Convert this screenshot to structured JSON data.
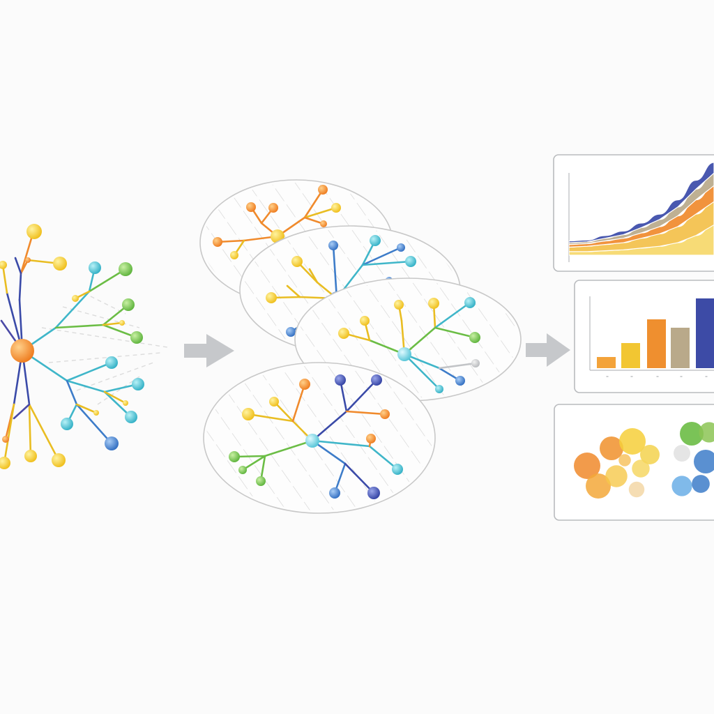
{
  "palette": {
    "orange": "#f08a2c",
    "orange_light": "#f5a640",
    "yellow": "#f2c21f",
    "yellow_light": "#f6d54a",
    "green": "#6bbd45",
    "teal": "#3fb6c9",
    "cyan": "#5bc8d8",
    "blue": "#3d7cc9",
    "navy": "#3a4aa8",
    "purple": "#4b4aa6",
    "taupe": "#b9a98a",
    "gray": "#c2c4c7",
    "frame": "#b9bbbe",
    "hatch": "#d6d6d6"
  },
  "icons": {
    "source_network": "radial-network-icon",
    "flow_arrow_1": "right-arrow-icon",
    "clusters": "clustered-subnetworks-icon",
    "flow_arrow_2": "right-arrow-icon",
    "area_panel": "stacked-area-chart-icon",
    "bar_panel": "bar-chart-icon",
    "bubble_panel": "bubble-cluster-icon"
  },
  "chart_data": [
    {
      "type": "area",
      "x": [
        0,
        1,
        2,
        3,
        4,
        5,
        6,
        7,
        8
      ],
      "series": [
        {
          "values": [
            4,
            4,
            5,
            6,
            8,
            10,
            14,
            22,
            34
          ]
        },
        {
          "values": [
            5,
            6,
            7,
            8,
            11,
            14,
            18,
            24,
            26
          ]
        },
        {
          "values": [
            3,
            3,
            4,
            5,
            6,
            8,
            12,
            16,
            18
          ]
        },
        {
          "values": [
            2,
            2,
            3,
            4,
            6,
            8,
            10,
            12,
            14
          ]
        },
        {
          "values": [
            2,
            2,
            3,
            4,
            5,
            6,
            8,
            10,
            12
          ]
        }
      ],
      "colors": [
        "#f6d86a",
        "#f3c04a",
        "#f08a2c",
        "#b9a98a",
        "#3a4aa8"
      ],
      "ylim": [
        0,
        100
      ],
      "grid": false
    },
    {
      "type": "bar",
      "categories": [
        "",
        "",
        "",
        "",
        ""
      ],
      "values": [
        16,
        36,
        70,
        58,
        100
      ],
      "colors": [
        "#f3a33a",
        "#f2c632",
        "#ef8f2f",
        "#b9a98a",
        "#3d4ba6"
      ],
      "ylim": [
        0,
        100
      ],
      "grid": false
    },
    {
      "type": "scatter",
      "groups": [
        {
          "color": "warm",
          "values": [
            8,
            8,
            8,
            7,
            8,
            7,
            6,
            6,
            5
          ]
        },
        {
          "color": "cool",
          "values": [
            7,
            6,
            6,
            7,
            6,
            5
          ]
        }
      ]
    }
  ]
}
